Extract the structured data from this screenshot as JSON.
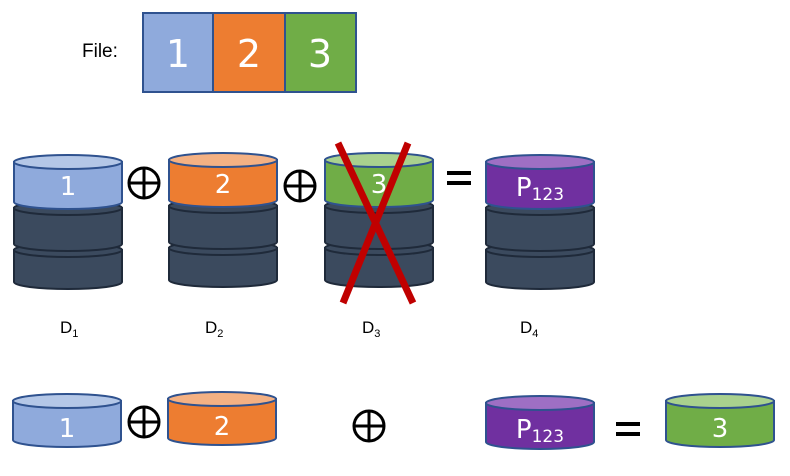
{
  "file_label": "File:",
  "file_blocks": [
    {
      "label": "1",
      "color": "#8faadc"
    },
    {
      "label": "2",
      "color": "#ed7d31"
    },
    {
      "label": "3",
      "color": "#70ad47"
    }
  ],
  "colors": {
    "blue": "#8faadc",
    "blue_top": "#b4c7e7",
    "orange": "#ed7d31",
    "orange_top": "#f4b183",
    "green": "#70ad47",
    "green_top": "#a9d18e",
    "purple": "#7030a0",
    "purple_top": "#9e6fc4",
    "dark": "#3b4a5e",
    "cross": "#c00000"
  },
  "disks": [
    {
      "top_label": "1",
      "name": "D",
      "sub": "1"
    },
    {
      "top_label": "2",
      "name": "D",
      "sub": "2"
    },
    {
      "top_label": "3",
      "name": "D",
      "sub": "3",
      "failed": true
    },
    {
      "top_label": "P",
      "top_sub": "123",
      "name": "D",
      "sub": "4"
    }
  ],
  "operators": {
    "xor": "⊕",
    "equals": "="
  },
  "recovery": [
    {
      "label": "1"
    },
    {
      "label": "2"
    },
    {
      "label": "P",
      "sub": "123"
    },
    {
      "label": "3"
    }
  ]
}
